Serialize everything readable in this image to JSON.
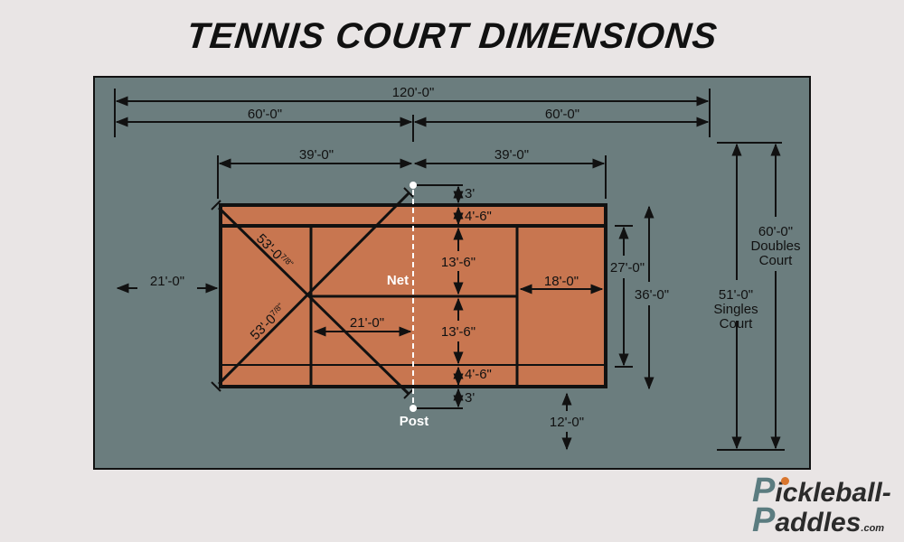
{
  "title": "TENNIS COURT DIMENSIONS",
  "colors": {
    "background": "#e9e5e5",
    "panel": "#6b7d7e",
    "court": "#c87650",
    "lines": "#111111",
    "net": "#ffffff",
    "logo_accent": "#5b7c80"
  },
  "dimensions": {
    "overall_length": "120'-0\"",
    "half_length_left": "60'-0\"",
    "half_length_right": "60'-0\"",
    "court_half_left": "39'-0\"",
    "court_half_right": "39'-0\"",
    "post_offset_top": "3'",
    "alley_top": "4'-6\"",
    "service_box_top": "13'-6\"",
    "service_box_bottom": "13'-6\"",
    "alley_bottom": "4'-6\"",
    "post_offset_bottom": "3'",
    "runoff_back": "21'-0\"",
    "service_depth": "21'-0\"",
    "baseline_to_service": "18'-0\"",
    "singles_width": "27'-0\"",
    "doubles_width": "36'-0\"",
    "runoff_side": "12'-0\"",
    "diagonal_1": "53'-0",
    "diagonal_2": "53'-0",
    "diagonal_fraction": "7/8\"",
    "singles_total": "51'-0\"",
    "singles_label_1": "Singles",
    "singles_label_2": "Court",
    "doubles_total": "60'-0\"",
    "doubles_label_1": "Doubles",
    "doubles_label_2": "Court"
  },
  "labels": {
    "net": "Net",
    "post": "Post"
  },
  "logo": {
    "line1_initial": "P",
    "line1_rest": "ickleball-",
    "line2_initial": "P",
    "line2_rest": "addles",
    "suffix": ".com"
  }
}
